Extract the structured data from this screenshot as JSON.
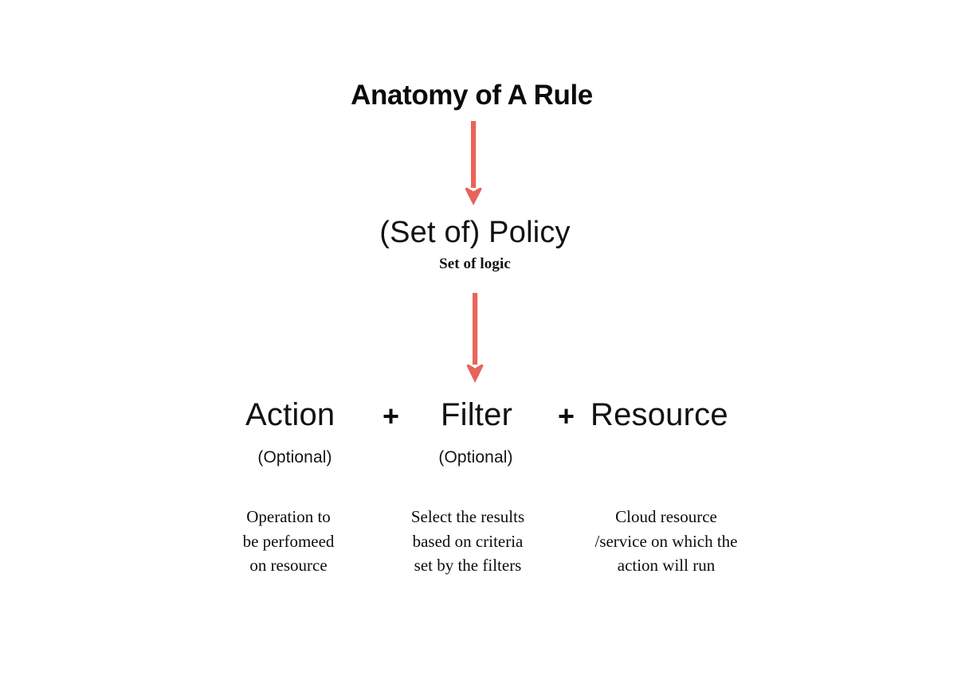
{
  "diagram": {
    "title": "Anatomy of A Rule",
    "background_color": "#ffffff",
    "accent_color": "#e8635a",
    "text_color": "#111111",
    "policy": {
      "label": "(Set of) Policy",
      "sublabel": "Set of logic"
    },
    "arrows": {
      "title_to_policy": "down-arrow-icon",
      "policy_to_components": "down-arrow-icon"
    },
    "operators": {
      "plus_one": "+",
      "plus_two": "+"
    },
    "components": [
      {
        "term": "Action",
        "optional_label": "(Optional)",
        "description": "Operation to\nbe perfomeed\non resource"
      },
      {
        "term": "Filter",
        "optional_label": "(Optional)",
        "description": "Select the results\nbased on criteria\nset by the filters"
      },
      {
        "term": "Resource",
        "optional_label": "",
        "description": "Cloud resource\n/service on which the\naction will run"
      }
    ]
  }
}
